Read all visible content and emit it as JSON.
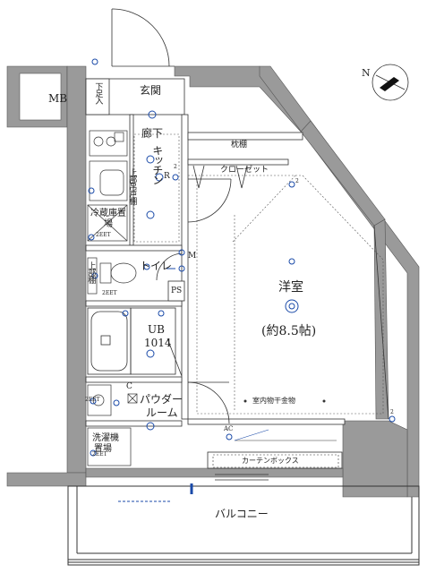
{
  "rooms": {
    "mb": "MB",
    "genkan": "玄関",
    "getabako": "下足入",
    "rouka": "廊下",
    "kitchen": "キッチン",
    "kitchen_cabinet": "上部吊戸棚",
    "fridge": "冷蔵庫置場",
    "toilet": "トイレ",
    "toilet_shelf": "上部棚",
    "ps": "PS",
    "ub": "UB",
    "ub_size": "1014",
    "powder_room_line1": "パウダー",
    "powder_room_line2": "ルーム",
    "washer_line1": "洗濯機",
    "washer_line2": "置場",
    "youshitsu": "洋室",
    "youshitsu_size": "(約8.5帖)",
    "makura_dana": "枕棚",
    "closet": "クローゼット",
    "indoor_dryer": "室内物干金物",
    "curtain_box": "カーテンボックス",
    "balcony": "バルコニー"
  },
  "symbols": {
    "north": "N",
    "outlet_2eet": "2EET",
    "outlet_2": "2",
    "r_mark": "R",
    "m_mark": "M",
    "c_mark": "C",
    "ac_mark": "AC"
  },
  "colors": {
    "wall": "#9a9a9a",
    "line": "#333333",
    "blue": "#1a4aa8"
  },
  "icons": [
    "north-arrow-icon",
    "door-swing-icon",
    "stove-icon",
    "sink-icon",
    "toilet-icon",
    "bathtub-icon",
    "washbasin-icon",
    "washer-drain-icon",
    "ceiling-light-icon",
    "outlet-icon",
    "aircon-icon"
  ]
}
